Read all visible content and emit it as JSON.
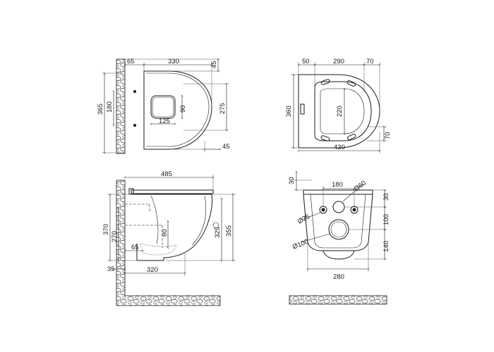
{
  "top_left_view": {
    "dims": {
      "wall_offset": "65",
      "bowl_length": "330",
      "top_margin": "45",
      "total_width": "365",
      "mount_spacing": "180",
      "seat_opening_width": "90",
      "seat_opening_length": "125",
      "bowl_width": "275",
      "bottom_margin": "45"
    }
  },
  "top_right_view": {
    "dims": {
      "left_offset": "50",
      "seat_length": "290",
      "right_offset": "70",
      "total_height": "360",
      "seat_width": "220",
      "tail_height": "70",
      "total_length": "430"
    }
  },
  "side_view": {
    "dims": {
      "total_length": "485",
      "height_370": "370",
      "height_270": "270",
      "outlet_height": "80",
      "outlet_offset": "65",
      "wall_gap": "35",
      "outlet_distance": "320",
      "height_325": "325",
      "height_355": "355"
    }
  },
  "rear_view": {
    "dims": {
      "top_offset": "30",
      "bolt_spacing": "180",
      "inlet_diameter": "Ø60",
      "inlet_top": "30",
      "bolt_diameter": "Ø25",
      "outlet_offset": "100",
      "outlet_diameter": "Ø100",
      "outlet_bottom": "140",
      "rear_width": "280"
    }
  }
}
